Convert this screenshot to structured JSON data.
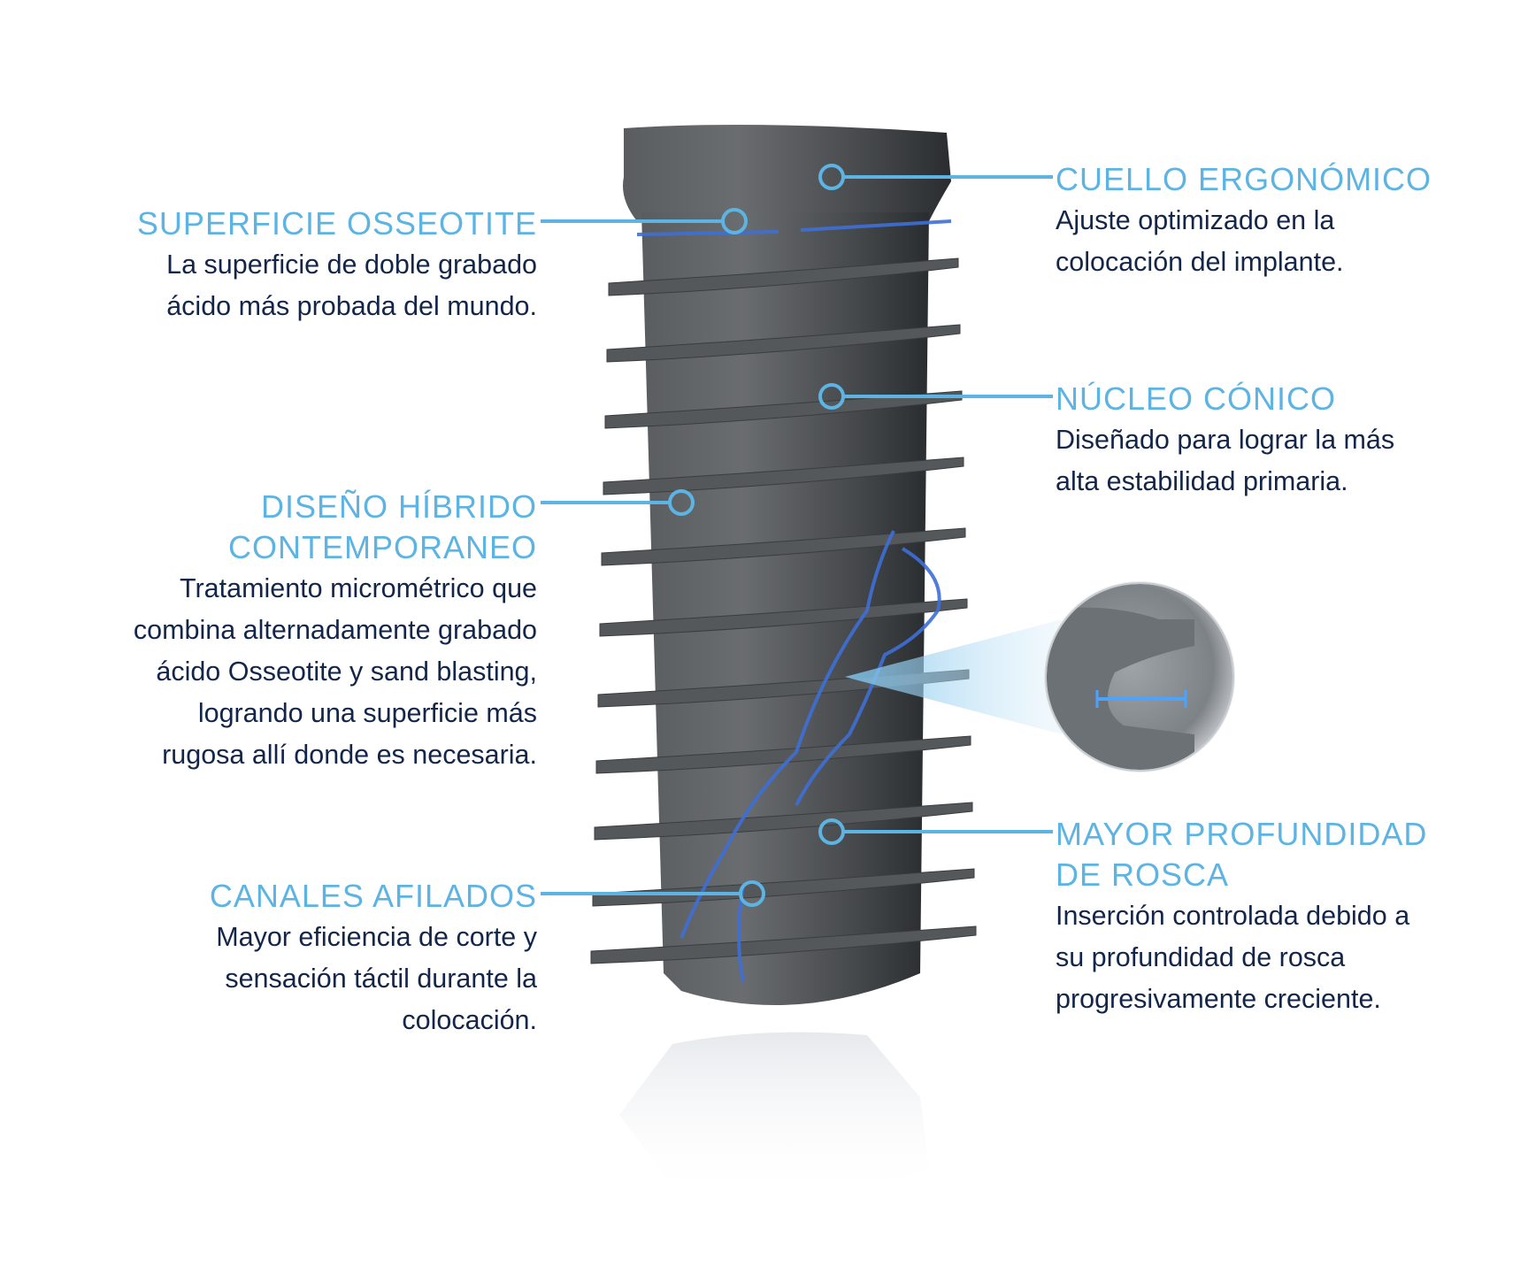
{
  "colors": {
    "accent": "#5db4e3",
    "text": "#13264a",
    "implant": "#4a4d50",
    "implant_dark": "#2c2f32",
    "edge_glow": "#3f6fd6",
    "background": "#ffffff"
  },
  "callouts": {
    "superficie": {
      "title": [
        "SUPERFICIE OSSEOTITE"
      ],
      "desc": [
        "La superficie de doble grabado",
        "ácido más probada del mundo."
      ]
    },
    "cuello": {
      "title": [
        "CUELLO ERGONÓMICO"
      ],
      "desc": [
        "Ajuste optimizado en la",
        "colocación del implante."
      ]
    },
    "nucleo": {
      "title": [
        "NÚCLEO CÓNICO"
      ],
      "desc": [
        "Diseñado para lograr la más",
        "alta estabilidad primaria."
      ]
    },
    "diseno": {
      "title": [
        "DISEÑO HÍBRIDO",
        "CONTEMPORANEO"
      ],
      "desc": [
        "Tratamiento micrométrico que",
        "combina alternadamente grabado",
        "ácido Osseotite y sand blasting,",
        "logrando una superficie más",
        "rugosa allí donde es necesaria."
      ]
    },
    "profundidad": {
      "title": [
        "MAYOR PROFUNDIDAD",
        "DE ROSCA"
      ],
      "desc": [
        "Inserción controlada debido a",
        "su profundidad de rosca",
        "progresivamente creciente."
      ]
    },
    "canales": {
      "title": [
        "CANALES AFILADOS"
      ],
      "desc": [
        "Mayor eficiencia de corte y",
        "sensación táctil durante la",
        "colocación."
      ]
    }
  },
  "inset": {
    "label": "thread-detail-magnifier"
  }
}
